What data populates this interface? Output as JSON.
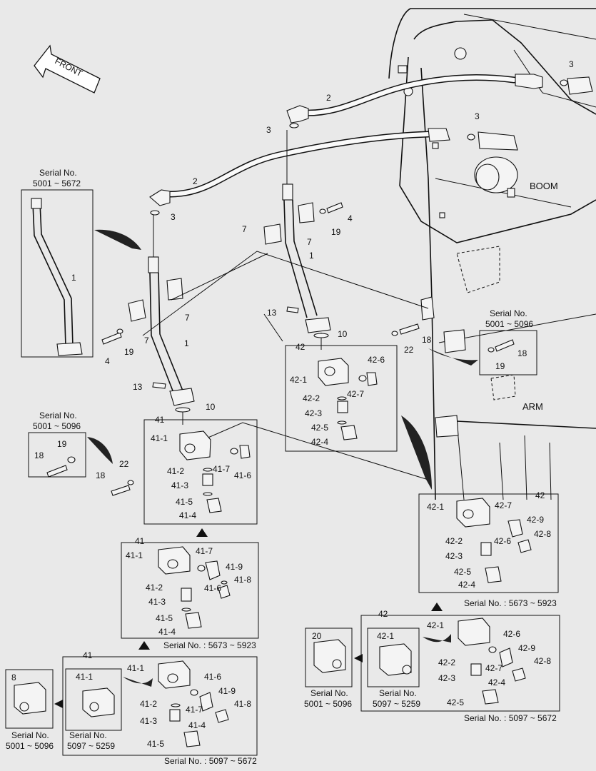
{
  "front": "FRONT",
  "boom": "BOOM",
  "arm": "ARM",
  "serial_label": "Serial No.",
  "serials": {
    "s5001_5672": "5001 ~ 5672",
    "s5001_5096": "5001 ~ 5096",
    "s5097_5259": "5097 ~ 5259",
    "r5673_5923": "Serial No. : 5673 ~ 5923",
    "r5097_5672": "Serial No. : 5097 ~ 5672"
  },
  "callouts": {
    "n1": "1",
    "n2": "2",
    "n3": "3",
    "n4": "4",
    "n7": "7",
    "n8": "8",
    "n10": "10",
    "n13": "13",
    "n18": "18",
    "n19": "19",
    "n20": "20",
    "n22": "22",
    "g41": "41",
    "g42": "42",
    "p41_1": "41-1",
    "p41_2": "41-2",
    "p41_3": "41-3",
    "p41_4": "41-4",
    "p41_5": "41-5",
    "p41_6": "41-6",
    "p41_7": "41-7",
    "p41_8": "41-8",
    "p41_9": "41-9",
    "p42_1": "42-1",
    "p42_2": "42-2",
    "p42_3": "42-3",
    "p42_4": "42-4",
    "p42_5": "42-5",
    "p42_6": "42-6",
    "p42_7": "42-7",
    "p42_8": "42-8",
    "p42_9": "42-9"
  }
}
